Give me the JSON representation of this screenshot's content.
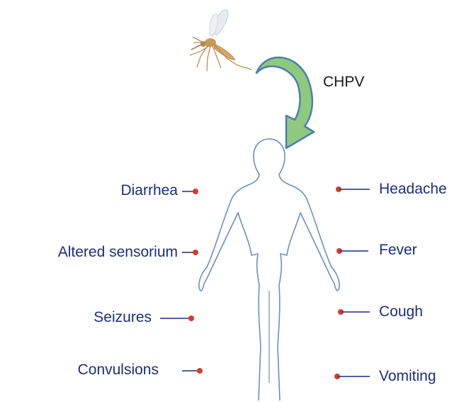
{
  "vector_label": "CHPV",
  "symptoms_left": [
    "Diarrhea",
    "Altered sensorium",
    "Seizures",
    "Convulsions"
  ],
  "symptoms_right": [
    "Headache",
    "Fever",
    "Cough",
    "Vomiting"
  ],
  "colors": {
    "label_text": "#1b2f7a",
    "connector": "#d63a2f",
    "body_outline": "#6b8fc4",
    "arrow_fill": "#8fc97d",
    "arrow_stroke": "#4b7fb3",
    "mosquito": "#c79a5a"
  },
  "icons": {
    "vector": "mosquito-icon",
    "transmission": "curved-arrow-icon",
    "host": "human-body-outline"
  }
}
